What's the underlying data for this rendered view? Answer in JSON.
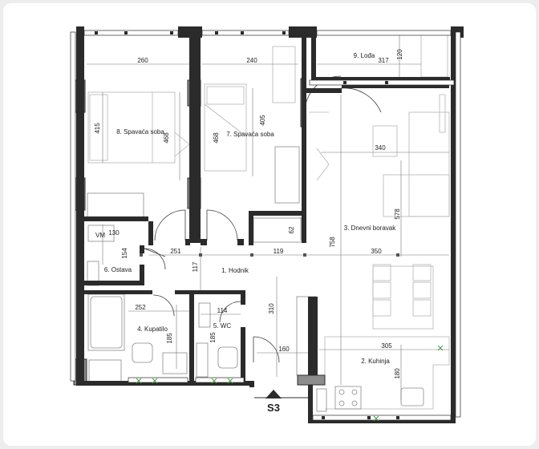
{
  "rooms": [
    {
      "name": "8. Spavaća soba"
    },
    {
      "name": "7. Spavaća soba"
    },
    {
      "name": "9. Lođa"
    },
    {
      "name": "3. Dnevni boravak"
    },
    {
      "name": "6. Ostava"
    },
    {
      "name": "1. Hodnik"
    },
    {
      "name": "4. Kupatilo"
    },
    {
      "name": "5. WC"
    },
    {
      "name": "2. Kuhinja"
    }
  ],
  "dimensions": [
    "260",
    "240",
    "317",
    "120",
    "415",
    "468",
    "468",
    "405",
    "340",
    "578",
    "758",
    "62",
    "130",
    "154",
    "251",
    "119",
    "350",
    "117",
    "252",
    "185",
    "114",
    "310",
    "185",
    "160",
    "305",
    "180"
  ],
  "section": {
    "label": "S3"
  },
  "appliance_label": "VM",
  "colors": {
    "wall": "#2b2b2b",
    "wall_fill": "#8c8c8c",
    "outline": "#3a3a3a",
    "fixture": "#9a9a9a",
    "furniture": "#b5b5b5",
    "green_mark": "#3f9a3f"
  }
}
